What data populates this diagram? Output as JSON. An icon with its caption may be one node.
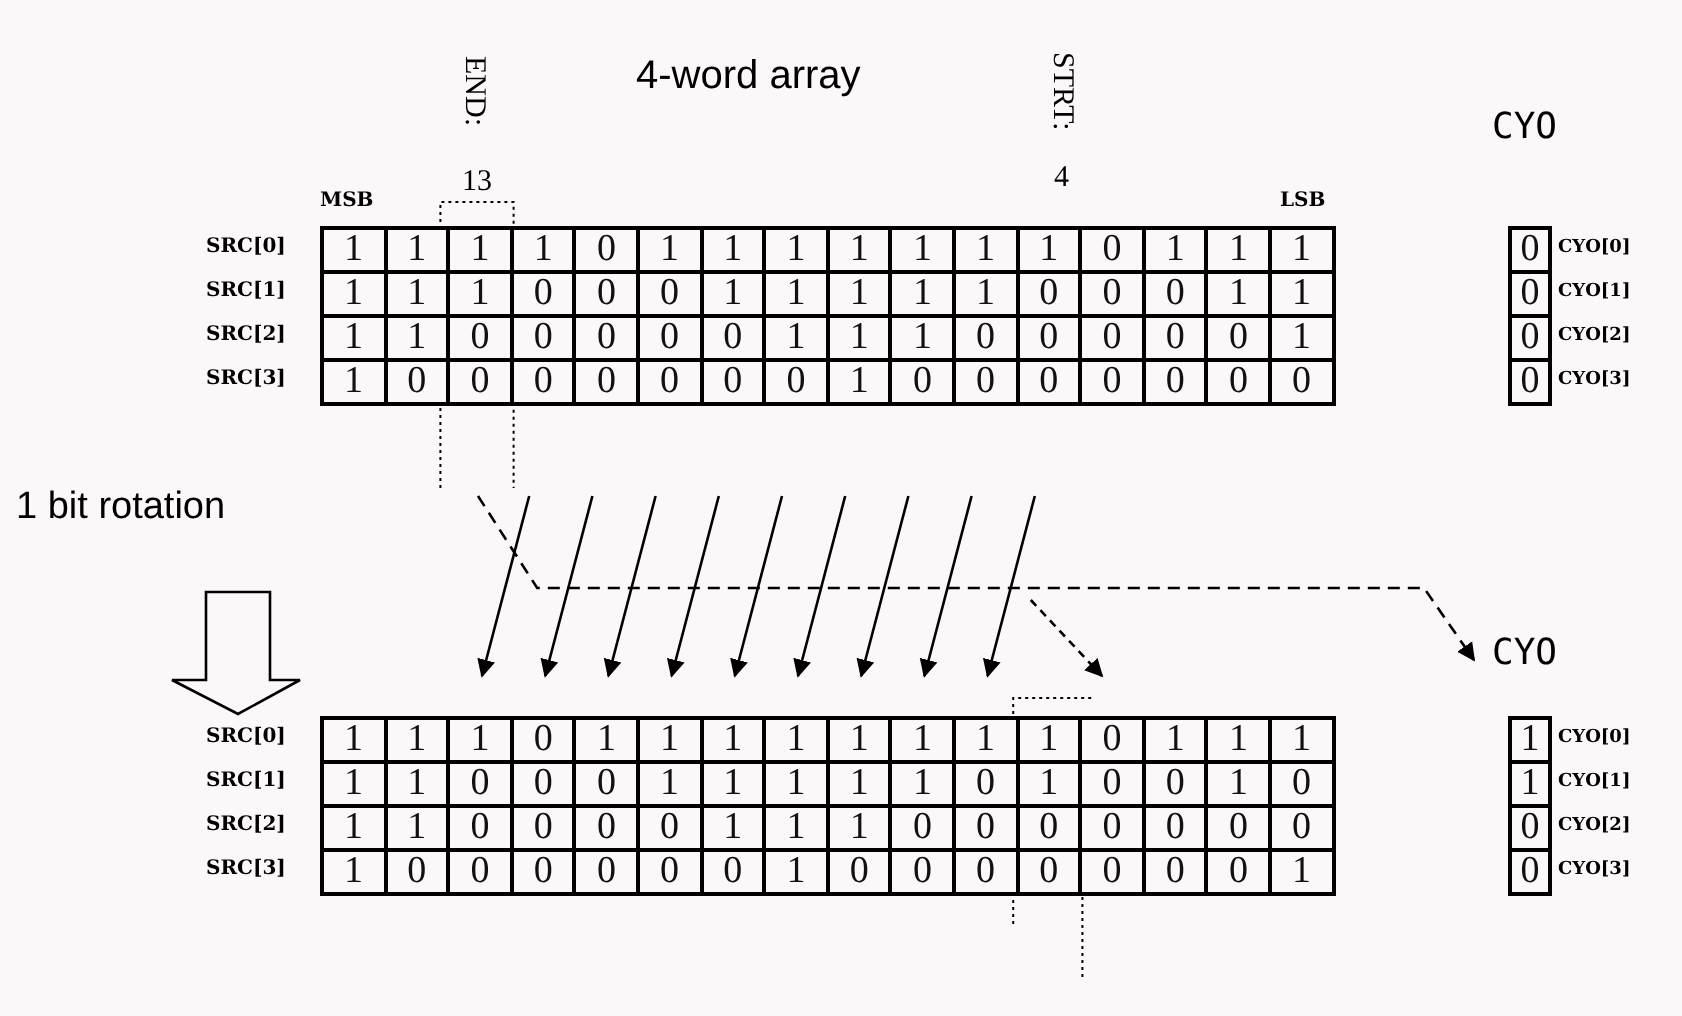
{
  "diagram": {
    "title": "4-word array",
    "labels": [
      "END:",
      "13",
      "STRT:",
      "4",
      "CYO",
      "MSB",
      "LSB",
      "SRC[0]",
      "1",
      "1",
      "1",
      "1",
      "0",
      "1",
      "1",
      "1",
      "1",
      "1",
      "1",
      "1",
      "0",
      "1",
      "1",
      "1",
      "0",
      "CYO[0]",
      "SRC[1]",
      "1",
      "1",
      "1",
      "0",
      "0",
      "0",
      "1",
      "1",
      "1",
      "1",
      "1",
      "0",
      "0",
      "0",
      "1",
      "1",
      "0",
      "CYO[1]",
      "SRC[2]",
      "1",
      "1",
      "0",
      "0",
      "0",
      "0",
      "0",
      "1",
      "1",
      "1",
      "0",
      "0",
      "0",
      "0",
      "0",
      "1",
      "0",
      "CYO[2]",
      "SRC[3]",
      "1",
      "0",
      "0",
      "0",
      "0",
      "0",
      "0",
      "0",
      "1",
      "0",
      "0",
      "0",
      "0",
      "0",
      "0",
      "0",
      "0",
      "CYO[3]",
      "1 bit rotation",
      "CYO",
      "SRC[0]",
      "1",
      "1",
      "1",
      "0",
      "1",
      "1",
      "1",
      "1",
      "1",
      "1",
      "1",
      "1",
      "0",
      "1",
      "1",
      "1",
      "1",
      "CYO[0]",
      "SRC[1]",
      "1",
      "1",
      "0",
      "0",
      "0",
      "1",
      "1",
      "1",
      "1",
      "1",
      "0",
      "1",
      "0",
      "0",
      "1",
      "0",
      "1",
      "CYO[1]",
      "SRC[2]",
      "1",
      "1",
      "0",
      "0",
      "0",
      "0",
      "1",
      "1",
      "1",
      "0",
      "0",
      "0",
      "0",
      "0",
      "0",
      "0",
      "0",
      "CYO[2]",
      "SRC[3]",
      "1",
      "0",
      "0",
      "0",
      "0",
      "0",
      "0",
      "1",
      "0",
      "0",
      "0",
      "0",
      "0",
      "0",
      "0",
      "1",
      "0",
      "CYO[3]"
    ]
  }
}
